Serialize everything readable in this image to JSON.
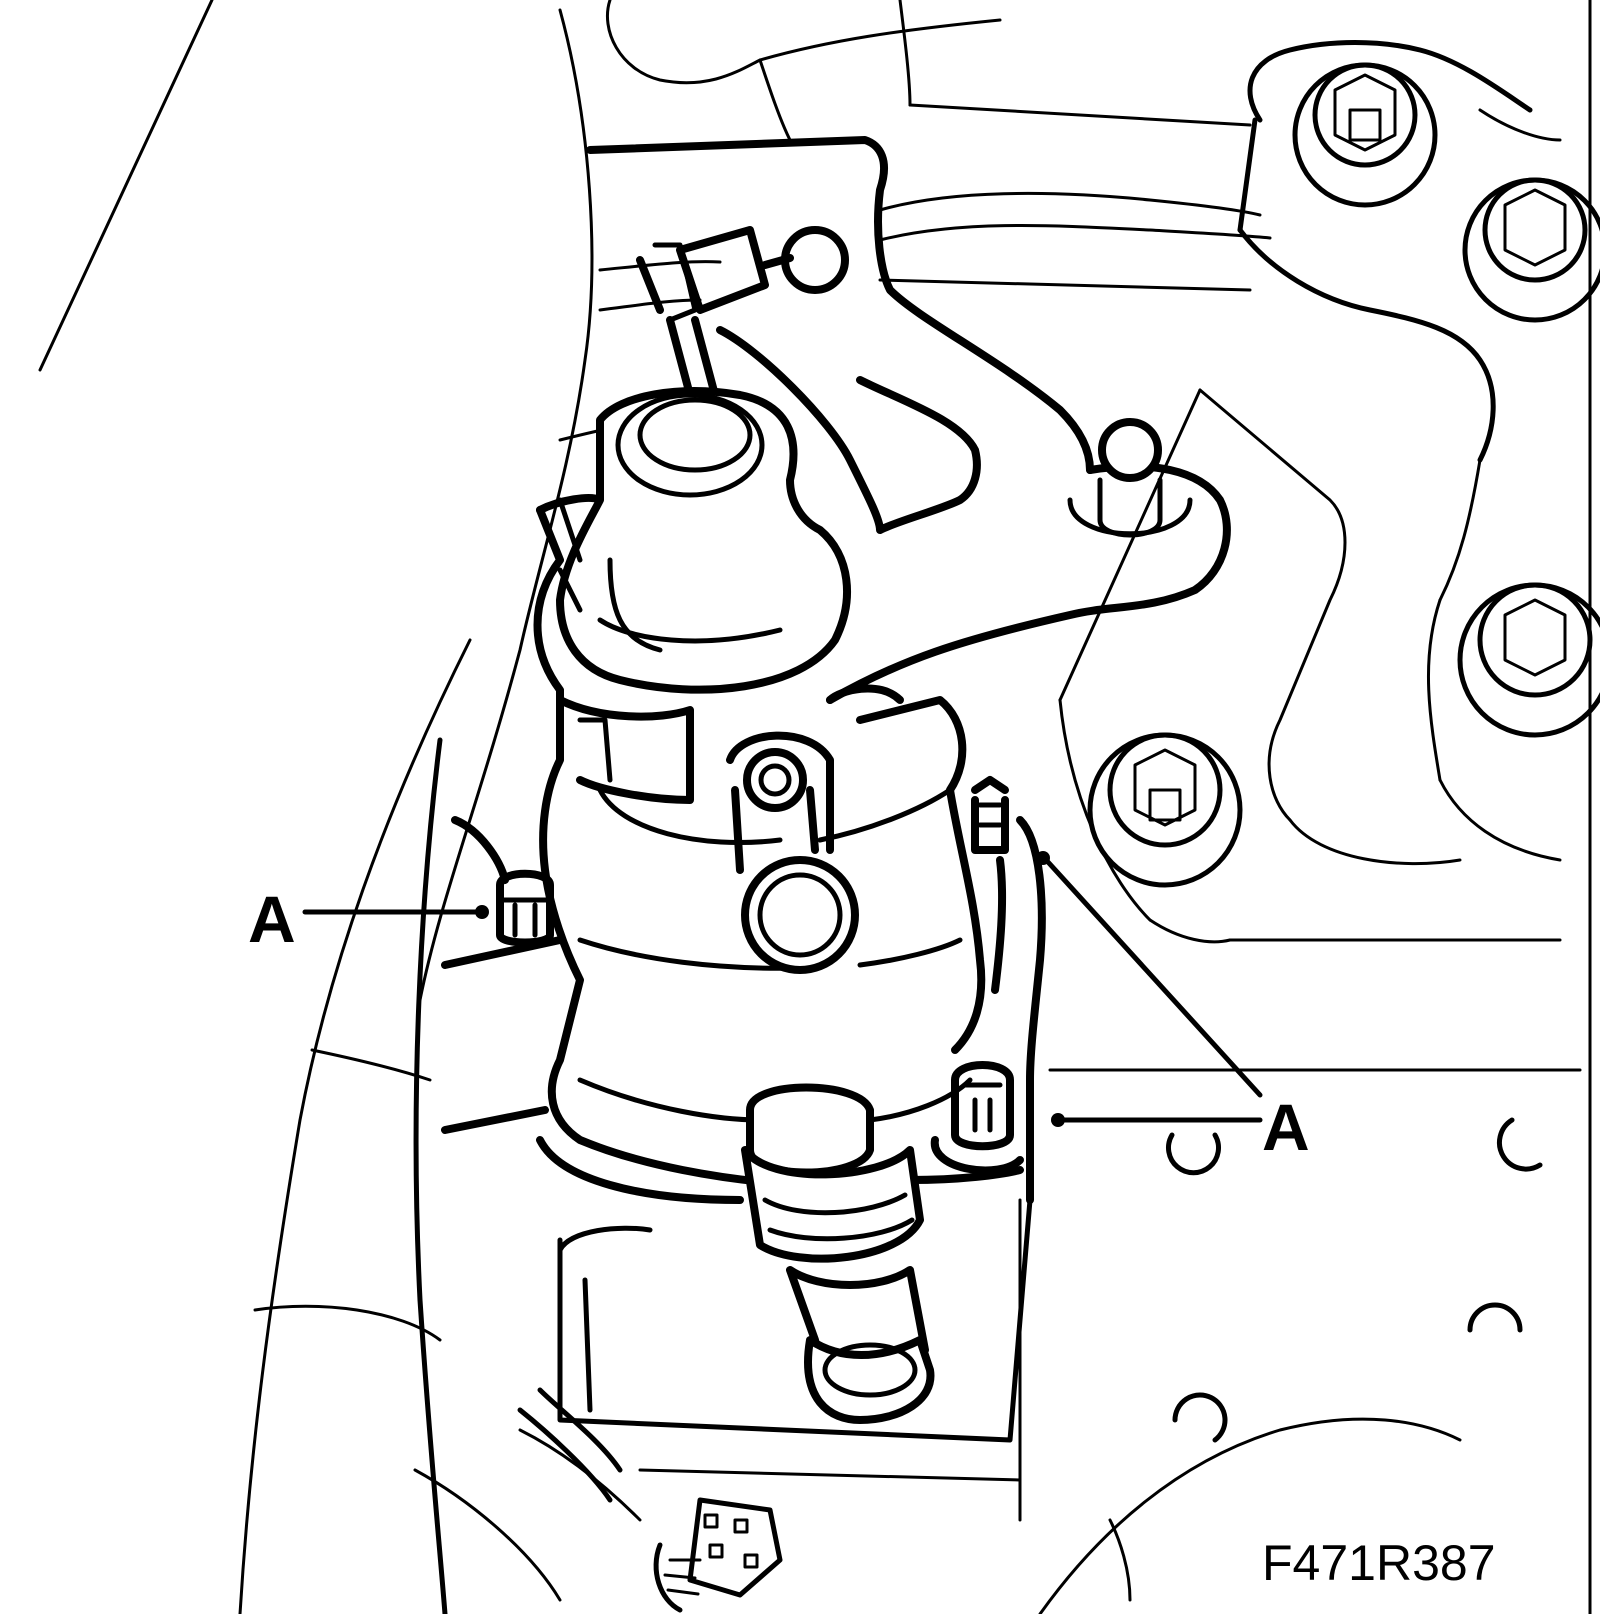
{
  "diagram": {
    "figure_code": "F471R387",
    "callouts": [
      {
        "id": "left",
        "label": "A"
      },
      {
        "id": "right",
        "label": "A"
      }
    ],
    "line_color": "#000000",
    "background_color": "#ffffff"
  }
}
